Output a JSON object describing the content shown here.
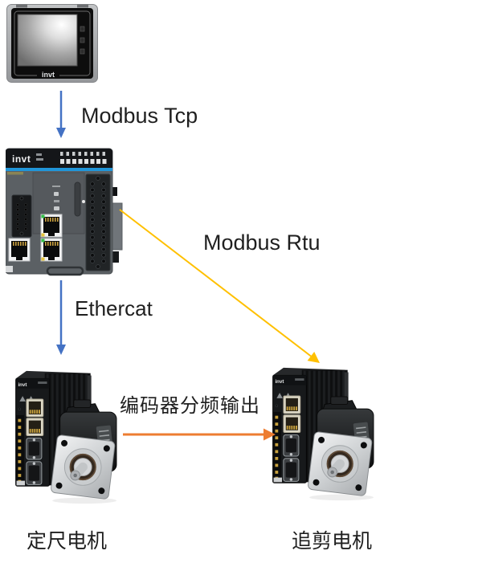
{
  "colors": {
    "background": "#FFFFFF",
    "text": "#1F1F1F",
    "blue_arrow": "#4472C4",
    "gold_arrow": "#FFC000",
    "orange_arrow": "#ED7D31"
  },
  "devices": {
    "hmi": {
      "logo": "invt"
    },
    "plc": {
      "logo": "invt"
    },
    "servo_left": {
      "logo": "invt",
      "caption": "定尺电机"
    },
    "servo_right": {
      "logo": "invt",
      "caption": "追剪电机"
    }
  },
  "connections": {
    "modbus_tcp": {
      "label": "Modbus Tcp",
      "color": "#4472C4",
      "from": "hmi",
      "to": "plc"
    },
    "ethercat": {
      "label": "Ethercat",
      "color": "#4472C4",
      "from": "plc",
      "to": "servo_left"
    },
    "modbus_rtu": {
      "label": "Modbus Rtu",
      "color": "#FFC000",
      "from": "plc",
      "to": "servo_right"
    },
    "encoder_division_output": {
      "label": "编码器分频输出",
      "color": "#ED7D31",
      "from": "servo_left",
      "to": "servo_right"
    }
  }
}
